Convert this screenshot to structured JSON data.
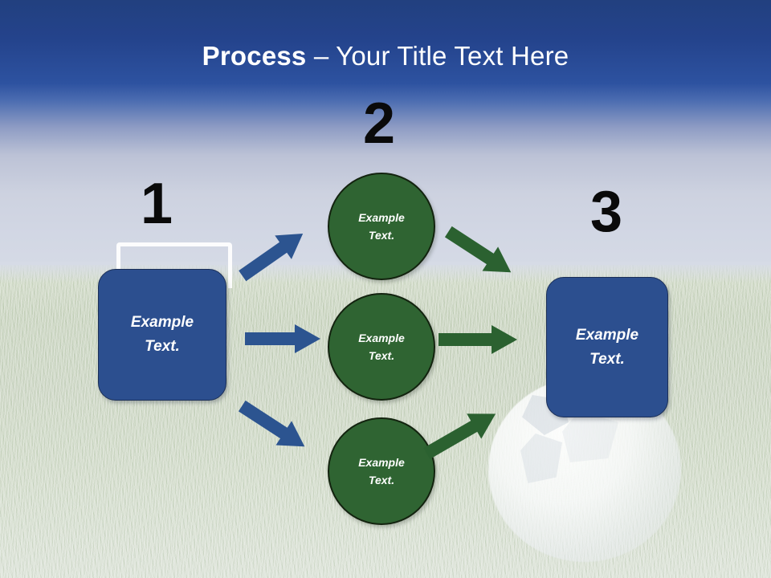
{
  "slide": {
    "title_bold": "Process",
    "title_rest": " – Your Title Text Here"
  },
  "steps": [
    {
      "number": "1"
    },
    {
      "number": "2"
    },
    {
      "number": "3"
    }
  ],
  "boxes": {
    "start": {
      "line1": "Example",
      "line2": "Text."
    },
    "end": {
      "line1": "Example",
      "line2": "Text."
    }
  },
  "circles": [
    {
      "line1": "Example",
      "line2": "Text."
    },
    {
      "line1": "Example",
      "line2": "Text."
    },
    {
      "line1": "Example",
      "line2": "Text."
    }
  ],
  "colors": {
    "blue_shape": "#2C4F8F",
    "blue_shape_border": "#1B2F57",
    "green_shape": "#2F6432",
    "green_shape_border": "#13230F",
    "blue_arrow": "#2C5490",
    "green_arrow": "#2B6130",
    "title_text": "#FFFFFF",
    "number_text": "#0A0A0A",
    "sky_top": "#22407F",
    "sky_bottom": "#D6DBE6",
    "grass": "#CFD8C7"
  },
  "arrows": [
    {
      "name": "blue-arrow-up",
      "from": "start-box",
      "to": "circle-1",
      "color": "#2C5490"
    },
    {
      "name": "blue-arrow-right",
      "from": "start-box",
      "to": "circle-2",
      "color": "#2C5490"
    },
    {
      "name": "blue-arrow-down",
      "from": "start-box",
      "to": "circle-3",
      "color": "#2C5490"
    },
    {
      "name": "green-arrow-down",
      "from": "circle-1",
      "to": "end-box",
      "color": "#2B6130"
    },
    {
      "name": "green-arrow-right",
      "from": "circle-2",
      "to": "end-box",
      "color": "#2B6130"
    },
    {
      "name": "green-arrow-up",
      "from": "circle-3",
      "to": "end-box",
      "color": "#2B6130"
    }
  ],
  "background": {
    "goal_post": "soccer-goal-post",
    "ball": "soccer-ball"
  }
}
